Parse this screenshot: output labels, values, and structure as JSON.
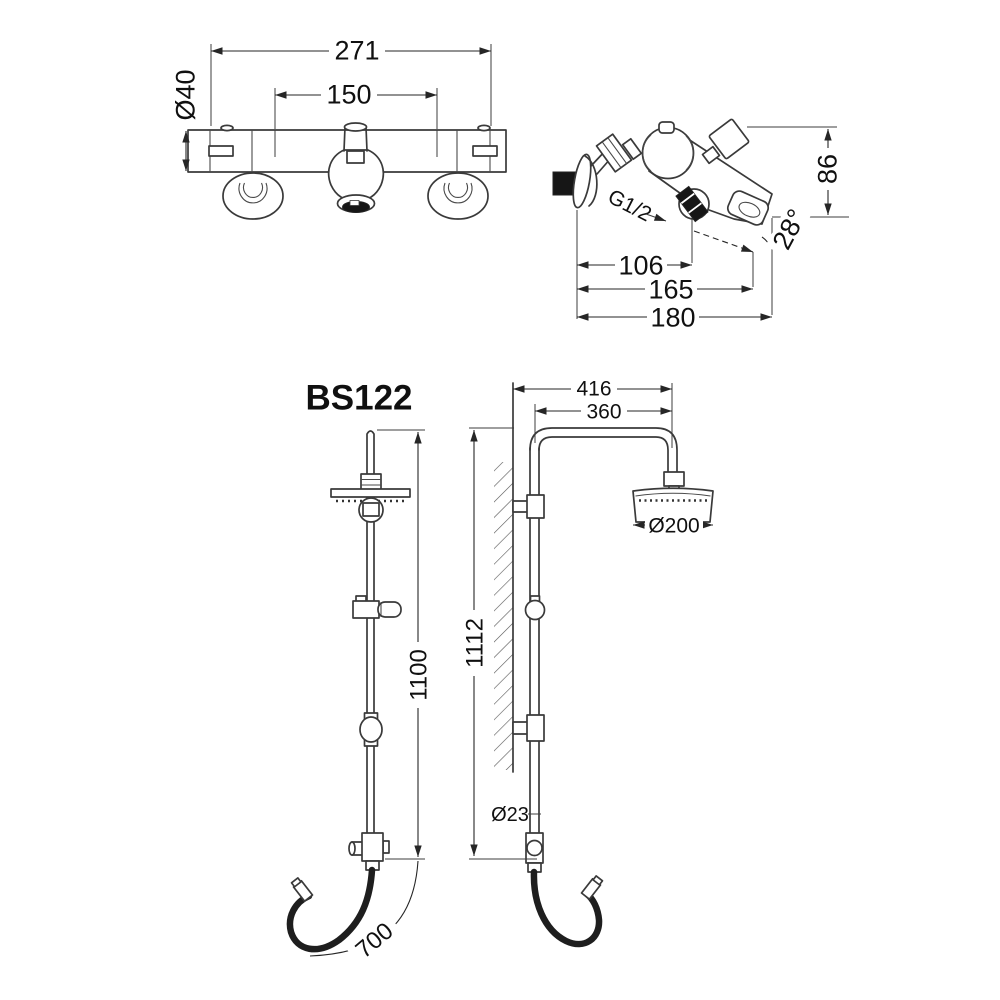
{
  "model_label": "BS122",
  "colors": {
    "background": "#ffffff",
    "line": "#3a3a3a",
    "dimension_line": "#262626",
    "text": "#101010"
  },
  "mixer_front_view": {
    "overall_width": "271",
    "connection_spacing": "150",
    "body_diameter": "Ø40"
  },
  "mixer_side_view": {
    "height": "86",
    "outlet_thread": "G1/2",
    "spout_angle": "28°",
    "wall_to_outlet": "106",
    "wall_to_spout_mid": "165",
    "wall_to_spout_tip": "180"
  },
  "shower_column_front_view": {
    "riser_height": "1100",
    "hose_length": "700"
  },
  "shower_column_side_view": {
    "overall_reach": "416",
    "arm_projection": "360",
    "head_diameter": "Ø200",
    "overall_height": "1112",
    "pipe_diameter": "Ø23"
  }
}
